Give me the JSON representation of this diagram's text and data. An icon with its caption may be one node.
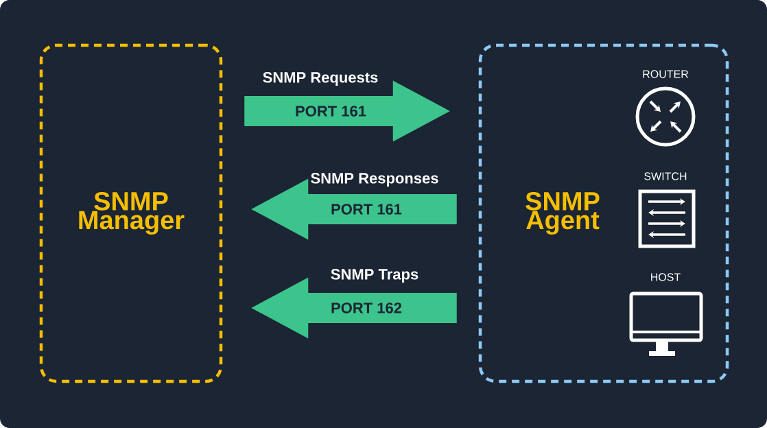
{
  "diagram": {
    "nodes": [
      {
        "text": [
          "SNMP Manager"
        ]
      },
      {
        "text": [
          "SNMP Agent"
        ]
      },
      {
        "text": [
          "ROUTER"
        ],
        "in": 1
      },
      {
        "text": [
          "SWITCH"
        ],
        "in": 1
      },
      {
        "text": [
          "HOST"
        ],
        "in": 1
      }
    ],
    "edges": [
      {
        "from": 0,
        "to": 1,
        "arrow": "to",
        "label": "PORT 161"
      },
      {
        "from": 1,
        "to": 0,
        "arrow": "to",
        "label": "PORT 161"
      },
      {
        "from": 1,
        "to": 0,
        "arrow": "to",
        "label": "PORT 162"
      }
    ],
    "labels": [
      "SNMP Requests",
      "SNMP Responses",
      "SNMP Traps"
    ]
  }
}
